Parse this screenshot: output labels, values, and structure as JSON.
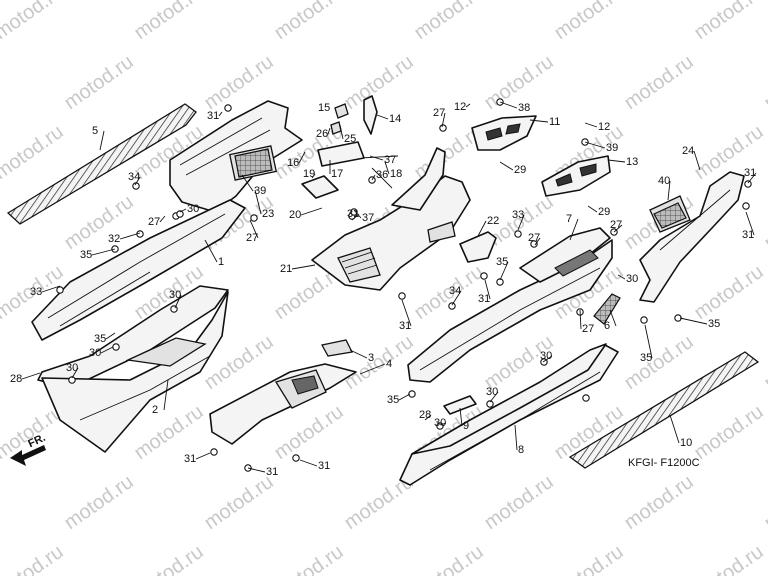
{
  "diagram": {
    "watermark": "motod.ru",
    "drawing_code": "KFGI- F1200C",
    "direction_label": "FR.",
    "callouts": [
      "1",
      "2",
      "3",
      "4",
      "5",
      "6",
      "7",
      "8",
      "9",
      "10",
      "11",
      "12",
      "12",
      "13",
      "14",
      "15",
      "16",
      "17",
      "18",
      "19",
      "20",
      "21",
      "22",
      "23",
      "24",
      "25",
      "26",
      "27",
      "27",
      "27",
      "27",
      "27",
      "27",
      "28",
      "28",
      "29",
      "29",
      "30",
      "30",
      "30",
      "30",
      "30",
      "30",
      "30",
      "30",
      "31",
      "31",
      "31",
      "31",
      "31",
      "31",
      "31",
      "31",
      "31",
      "32",
      "33",
      "33",
      "34",
      "34",
      "35",
      "35",
      "35",
      "35",
      "35",
      "35",
      "36",
      "37",
      "37",
      "38",
      "39",
      "39",
      "40",
      "40"
    ]
  }
}
